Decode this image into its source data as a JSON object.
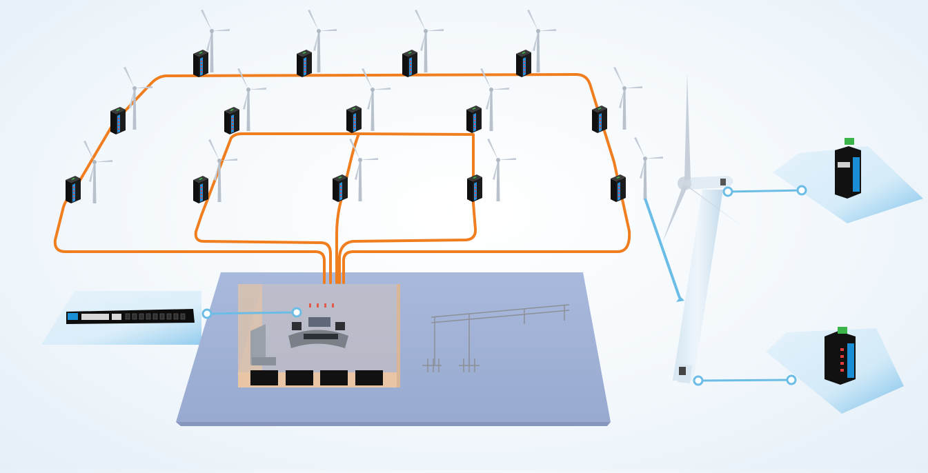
{
  "diagram": {
    "subject": "wind-farm-industrial-ethernet-ring-network",
    "colors": {
      "background": "#f3f8fc",
      "fiber_ring": "#f07d1e",
      "link": "#6bbde6",
      "platform": "#9eb0d4",
      "building_wall": "#e7c5a5",
      "switch_body": "#141414",
      "switch_accent": "#1a8fd6",
      "turbine": "#b9c2cc"
    },
    "nodes": {
      "field_switch_count": 15,
      "wind_turbine_count": 16
    },
    "rings": [
      "outer-ring",
      "inner-left-ring",
      "inner-right-ring"
    ],
    "devices": {
      "rack_switch": {
        "icon": "rackmount-managed-switch-icon"
      },
      "din_switch_top": {
        "icon": "din-rail-switch-icon"
      },
      "din_switch_bottom": {
        "icon": "din-rail-switch-icon"
      },
      "control_center": {
        "icon": "control-room-icon"
      },
      "substation": {
        "icon": "substation-icon"
      }
    }
  }
}
